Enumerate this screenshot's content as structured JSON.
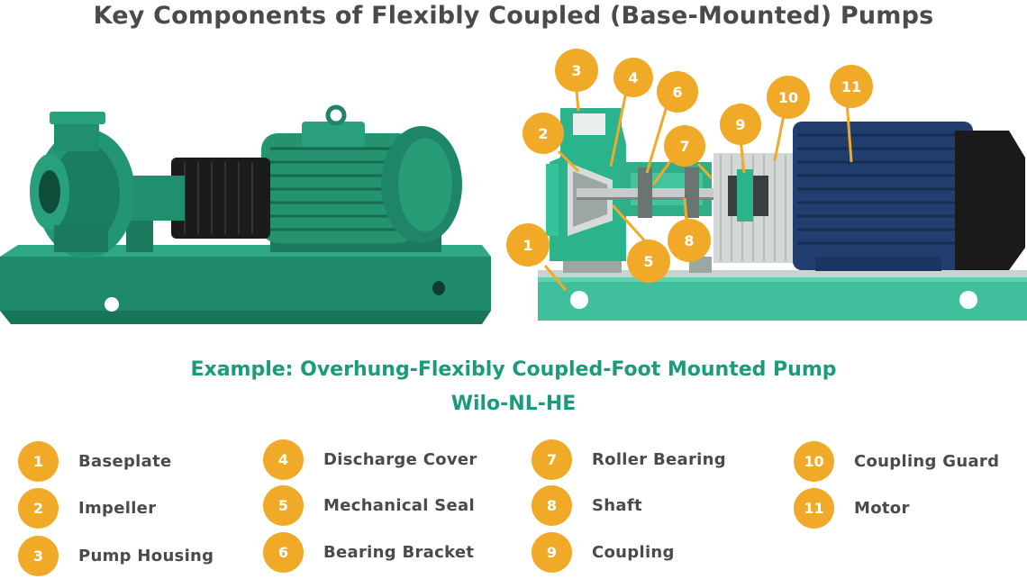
{
  "title": "Key Components of Flexibly Coupled (Base-Mounted) Pumps",
  "subtitle_line1": "Example: Overhung-Flexibly Coupled-Foot Mounted Pump",
  "subtitle_line2": "Wilo-NL-HE",
  "colors": {
    "badge": "#f0aa27",
    "pump_green": "#1f8f6e",
    "motor_blue": "#1f3a6b",
    "subtitle_teal": "#1a9c7c",
    "text_gray": "#4a4a4a"
  },
  "callouts": [
    "3",
    "4",
    "6",
    "2",
    "7",
    "9",
    "10",
    "11",
    "1",
    "5",
    "8"
  ],
  "legend": [
    {
      "number": "1",
      "label": "Baseplate"
    },
    {
      "number": "2",
      "label": "Impeller"
    },
    {
      "number": "3",
      "label": "Pump Housing"
    },
    {
      "number": "4",
      "label": "Discharge Cover"
    },
    {
      "number": "5",
      "label": "Mechanical Seal"
    },
    {
      "number": "6",
      "label": "Bearing Bracket"
    },
    {
      "number": "7",
      "label": "Roller Bearing"
    },
    {
      "number": "8",
      "label": "Shaft"
    },
    {
      "number": "9",
      "label": "Coupling"
    },
    {
      "number": "10",
      "label": "Coupling Guard"
    },
    {
      "number": "11",
      "label": "Motor"
    }
  ]
}
